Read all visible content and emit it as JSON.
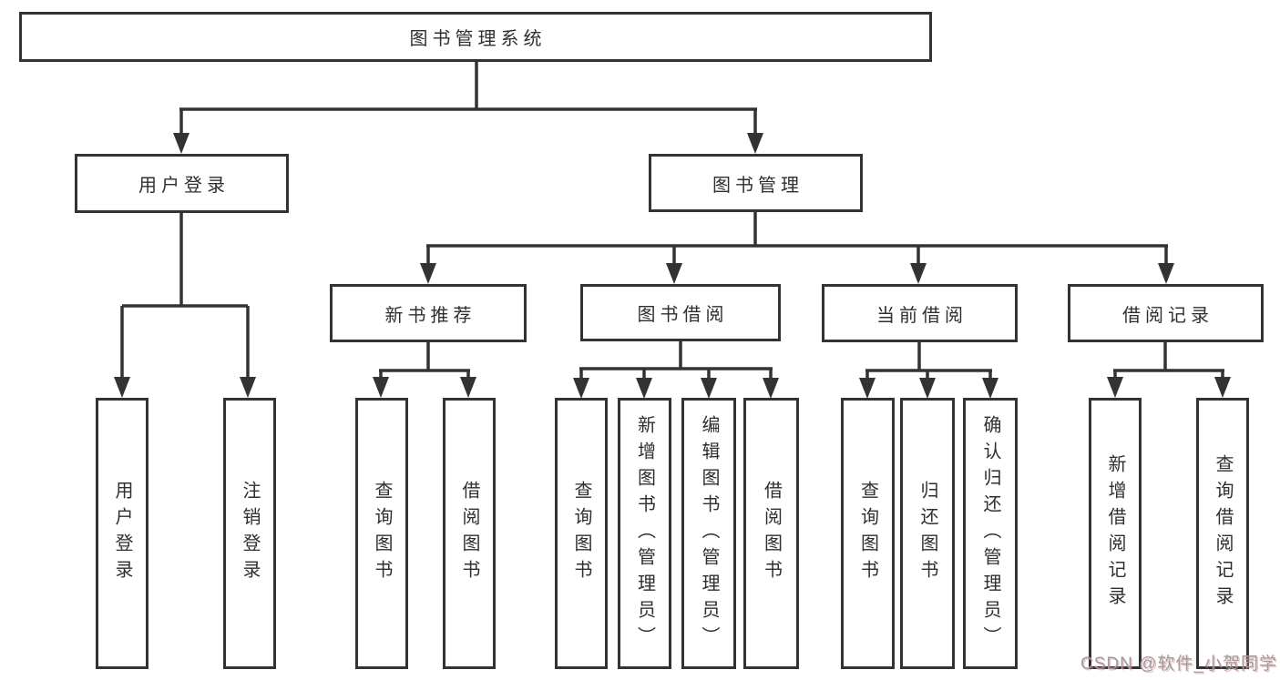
{
  "diagram": {
    "root": {
      "label": "图书管理系统"
    },
    "level2": [
      {
        "label": "用户登录"
      },
      {
        "label": "图书管理"
      }
    ],
    "level3": [
      {
        "label": "新书推荐"
      },
      {
        "label": "图书借阅"
      },
      {
        "label": "当前借阅"
      },
      {
        "label": "借阅记录"
      }
    ],
    "leaves": {
      "user_login": [
        {
          "label": "用户登录"
        },
        {
          "label": "注销登录"
        }
      ],
      "new_book": [
        {
          "label": "查询图书"
        },
        {
          "label": "借阅图书"
        }
      ],
      "book_borrow": [
        {
          "label": "查询图书"
        },
        {
          "label": "新增图书（管理员）"
        },
        {
          "label": "编辑图书（管理员）"
        },
        {
          "label": "借阅图书"
        }
      ],
      "current_borrow": [
        {
          "label": "查询图书"
        },
        {
          "label": "归还图书"
        },
        {
          "label": "确认归还（管理员）"
        }
      ],
      "records": [
        {
          "label": "新增借阅记录"
        },
        {
          "label": "查询借阅记录"
        }
      ]
    },
    "watermark": "CSDN @软件_小贺同学",
    "colors": {
      "line": "#333333",
      "text": "#2f2f2f",
      "background": "#ffffff",
      "watermark_gray": "#9a9da1",
      "watermark_shadow_red": "#e67878"
    }
  }
}
